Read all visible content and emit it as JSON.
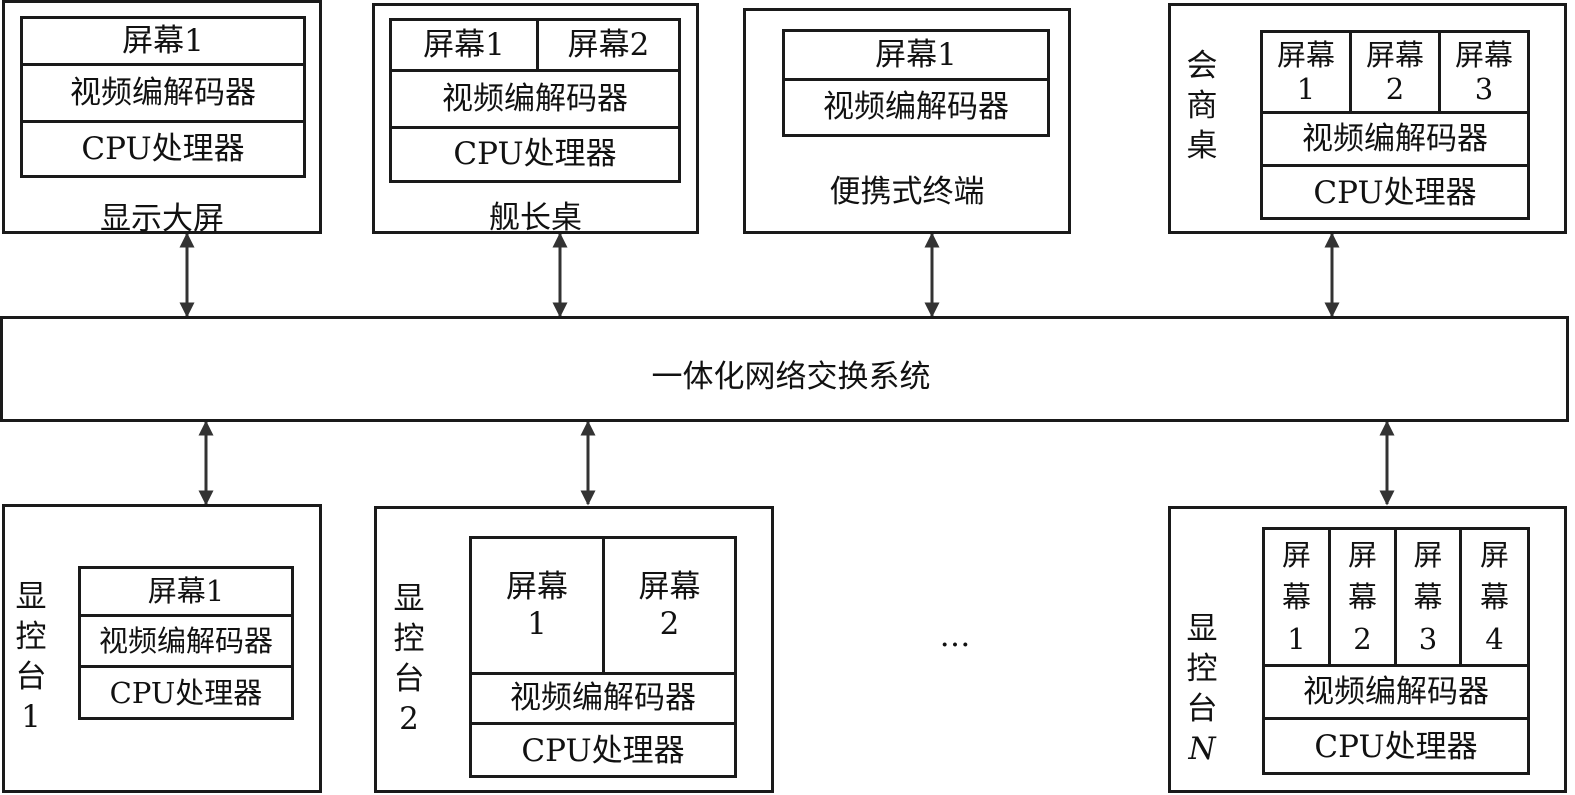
{
  "common": {
    "screen": "屏幕",
    "screen1": "屏幕1",
    "screen2": "屏幕2",
    "codec": "视频编解码器",
    "cpu": "CPU处理器"
  },
  "top": {
    "display_screen": {
      "label": "显示大屏"
    },
    "captain_desk": {
      "label": "舰长桌"
    },
    "portable_terminal": {
      "label": "便携式终端"
    },
    "meeting_desk": {
      "label": "会商桌",
      "screens": [
        "屏幕\n1",
        "屏幕\n2",
        "屏幕\n3"
      ]
    }
  },
  "switch": {
    "label": "一体化网络交换系统"
  },
  "bottom": {
    "console1": {
      "label": "显控台1"
    },
    "console2": {
      "label": "显控台2",
      "screens": [
        "屏幕\n1",
        "屏幕\n2"
      ]
    },
    "ellipsis": "…",
    "consoleN": {
      "label_prefix": "显控台",
      "label_suffix": "N",
      "screens": [
        "屏\n幕\n1",
        "屏\n幕\n2",
        "屏\n幕\n3",
        "屏\n幕\n4"
      ]
    }
  }
}
